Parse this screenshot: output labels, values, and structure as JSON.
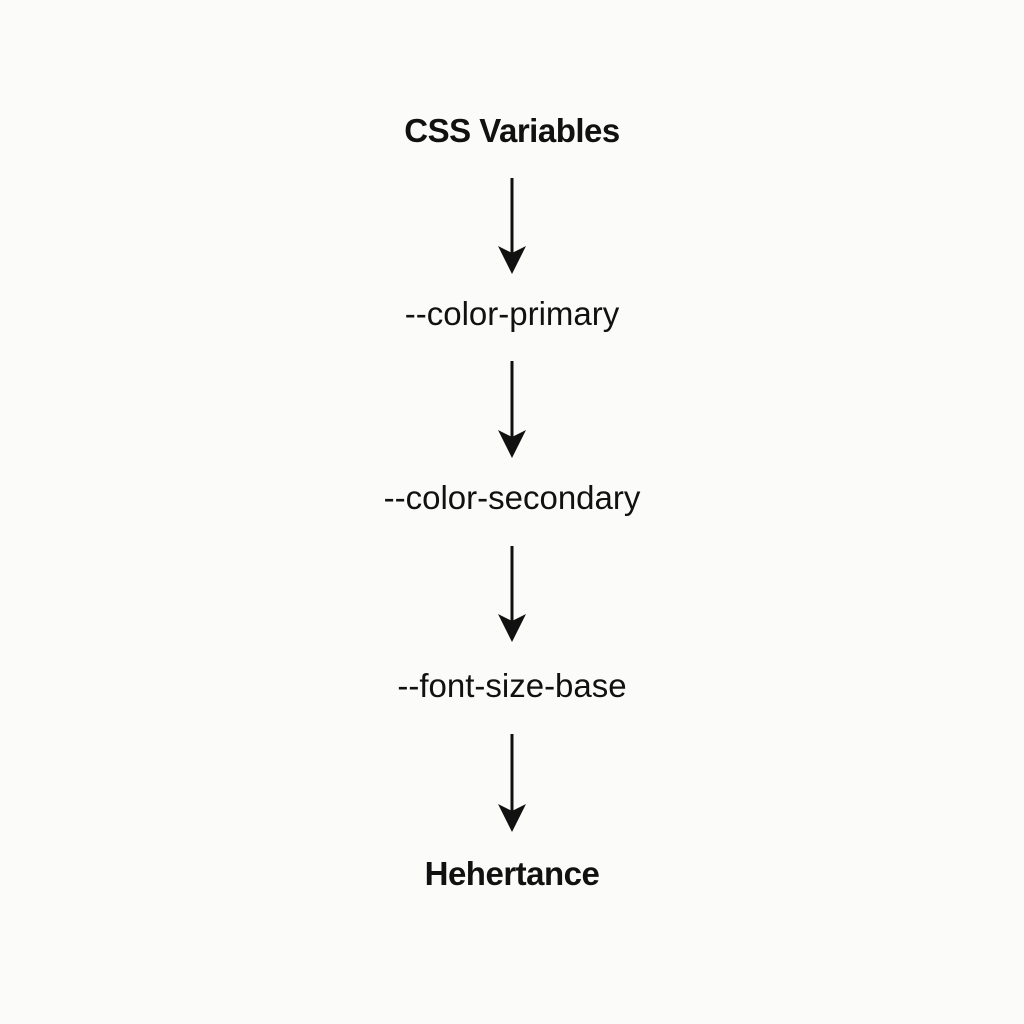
{
  "diagram": {
    "title": "CSS Variables",
    "nodes": [
      {
        "id": "css-variables",
        "label": "CSS Variables",
        "weight": "bold"
      },
      {
        "id": "color-primary",
        "label": "--color-primary",
        "weight": "regular"
      },
      {
        "id": "color-secondary",
        "label": "--color-secondary",
        "weight": "regular"
      },
      {
        "id": "font-size-base",
        "label": "--font-size-base",
        "weight": "regular"
      },
      {
        "id": "inheritance",
        "label": "Hehertance",
        "weight": "bold"
      }
    ],
    "edges": [
      {
        "from": "css-variables",
        "to": "color-primary",
        "direction": "down"
      },
      {
        "from": "color-primary",
        "to": "color-secondary",
        "direction": "down"
      },
      {
        "from": "color-secondary",
        "to": "font-size-base",
        "direction": "down"
      },
      {
        "from": "font-size-base",
        "to": "inheritance",
        "direction": "down"
      }
    ],
    "colors": {
      "background": "#fbfbf9",
      "text": "#111111",
      "arrow": "#111111"
    }
  }
}
